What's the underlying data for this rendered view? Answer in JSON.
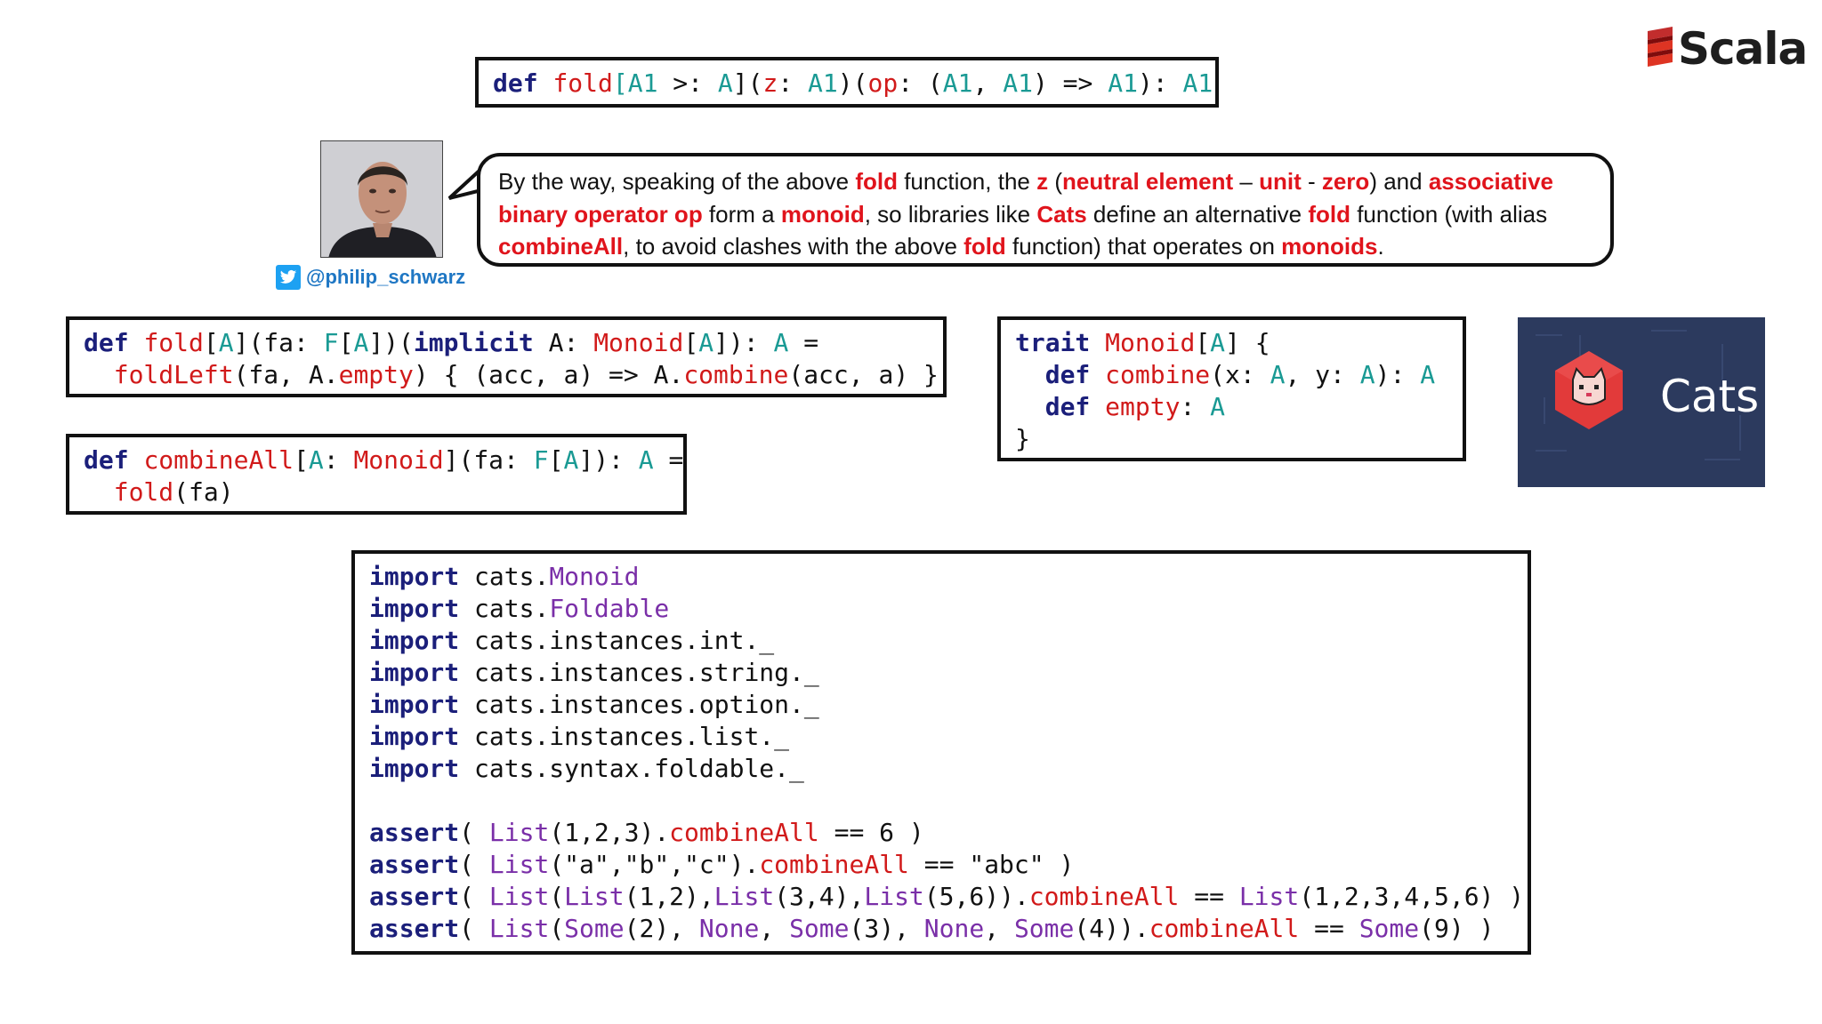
{
  "logo": {
    "scala_word": "Scala",
    "cats_word": "Cats"
  },
  "author": {
    "handle": "@philip_schwarz"
  },
  "bubble": {
    "s1": "By the way, speaking of the above ",
    "e1": "fold",
    "s2": " function, the ",
    "e2": "z",
    "s3": " (",
    "e3": "neutral element",
    "s4": " – ",
    "e4": "unit",
    "s5": " - ",
    "e5": "zero",
    "s6": ") and ",
    "e6": "associative binary operator op",
    "s7": " form a ",
    "e7": "monoid",
    "s8": ", so libraries like ",
    "e8": "Cats",
    "s9": " define an alternative ",
    "e9": "fold",
    "s10": " function (with alias ",
    "e10": "combineAll",
    "s11": ", to avoid clashes with the above ",
    "e11": "fold",
    "s12": " function) that operates on ",
    "e12": "monoids",
    "s13": "."
  },
  "code": {
    "fold_sig": [
      {
        "t": "def",
        "c": "kw"
      },
      {
        "t": " ",
        "c": ""
      },
      {
        "t": "fold",
        "c": "fn"
      },
      {
        "t": "[A1",
        "c": "ty"
      },
      {
        "t": " >: ",
        "c": ""
      },
      {
        "t": "A",
        "c": "ty"
      },
      {
        "t": "](",
        "c": ""
      },
      {
        "t": "z",
        "c": "fn"
      },
      {
        "t": ": ",
        "c": ""
      },
      {
        "t": "A1",
        "c": "ty"
      },
      {
        "t": ")(",
        "c": ""
      },
      {
        "t": "op",
        "c": "fn"
      },
      {
        "t": ": (",
        "c": ""
      },
      {
        "t": "A1",
        "c": "ty"
      },
      {
        "t": ", ",
        "c": ""
      },
      {
        "t": "A1",
        "c": "ty"
      },
      {
        "t": ") => ",
        "c": ""
      },
      {
        "t": "A1",
        "c": "ty"
      },
      {
        "t": "): ",
        "c": ""
      },
      {
        "t": "A1",
        "c": "ty"
      }
    ],
    "cats_fold": [
      {
        "t": "def",
        "c": "kw"
      },
      {
        "t": " ",
        "c": ""
      },
      {
        "t": "fold",
        "c": "fn"
      },
      {
        "t": "[",
        "c": ""
      },
      {
        "t": "A",
        "c": "ty"
      },
      {
        "t": "](fa: ",
        "c": ""
      },
      {
        "t": "F",
        "c": "ty"
      },
      {
        "t": "[",
        "c": ""
      },
      {
        "t": "A",
        "c": "ty"
      },
      {
        "t": "])(",
        "c": ""
      },
      {
        "t": "implicit",
        "c": "kw"
      },
      {
        "t": " A: ",
        "c": ""
      },
      {
        "t": "Monoid",
        "c": "fn"
      },
      {
        "t": "[",
        "c": ""
      },
      {
        "t": "A",
        "c": "ty"
      },
      {
        "t": "]): ",
        "c": ""
      },
      {
        "t": "A",
        "c": "ty"
      },
      {
        "t": " =\n  ",
        "c": ""
      },
      {
        "t": "foldLeft",
        "c": "fn"
      },
      {
        "t": "(fa, A.",
        "c": ""
      },
      {
        "t": "empty",
        "c": "fn"
      },
      {
        "t": ") { (acc, a) => A.",
        "c": ""
      },
      {
        "t": "combine",
        "c": "fn"
      },
      {
        "t": "(acc, a) }",
        "c": ""
      }
    ],
    "combine_all": [
      {
        "t": "def",
        "c": "kw"
      },
      {
        "t": " ",
        "c": ""
      },
      {
        "t": "combineAll",
        "c": "fn"
      },
      {
        "t": "[",
        "c": ""
      },
      {
        "t": "A",
        "c": "ty"
      },
      {
        "t": ": ",
        "c": ""
      },
      {
        "t": "Monoid",
        "c": "fn"
      },
      {
        "t": "](fa: ",
        "c": ""
      },
      {
        "t": "F",
        "c": "ty"
      },
      {
        "t": "[",
        "c": ""
      },
      {
        "t": "A",
        "c": "ty"
      },
      {
        "t": "]): ",
        "c": ""
      },
      {
        "t": "A",
        "c": "ty"
      },
      {
        "t": " =\n  ",
        "c": ""
      },
      {
        "t": "fold",
        "c": "fn"
      },
      {
        "t": "(fa)",
        "c": ""
      }
    ],
    "monoid_trait": [
      {
        "t": "trait",
        "c": "kw"
      },
      {
        "t": " ",
        "c": ""
      },
      {
        "t": "Monoid",
        "c": "fn"
      },
      {
        "t": "[",
        "c": ""
      },
      {
        "t": "A",
        "c": "ty"
      },
      {
        "t": "] {\n  ",
        "c": ""
      },
      {
        "t": "def",
        "c": "kw"
      },
      {
        "t": " ",
        "c": ""
      },
      {
        "t": "combine",
        "c": "fn"
      },
      {
        "t": "(x: ",
        "c": ""
      },
      {
        "t": "A",
        "c": "ty"
      },
      {
        "t": ", y: ",
        "c": ""
      },
      {
        "t": "A",
        "c": "ty"
      },
      {
        "t": "): ",
        "c": ""
      },
      {
        "t": "A",
        "c": "ty"
      },
      {
        "t": "\n  ",
        "c": ""
      },
      {
        "t": "def",
        "c": "kw"
      },
      {
        "t": " ",
        "c": ""
      },
      {
        "t": "empty",
        "c": "fn"
      },
      {
        "t": ": ",
        "c": ""
      },
      {
        "t": "A",
        "c": "ty"
      },
      {
        "t": "\n}",
        "c": ""
      }
    ],
    "example": [
      {
        "t": "import",
        "c": "kw"
      },
      {
        "t": " cats.",
        "c": ""
      },
      {
        "t": "Monoid",
        "c": "pu"
      },
      {
        "t": "\n",
        "c": ""
      },
      {
        "t": "import",
        "c": "kw"
      },
      {
        "t": " cats.",
        "c": ""
      },
      {
        "t": "Foldable",
        "c": "pu"
      },
      {
        "t": "\n",
        "c": ""
      },
      {
        "t": "import",
        "c": "kw"
      },
      {
        "t": " cats.instances.int._\n",
        "c": ""
      },
      {
        "t": "import",
        "c": "kw"
      },
      {
        "t": " cats.instances.string._\n",
        "c": ""
      },
      {
        "t": "import",
        "c": "kw"
      },
      {
        "t": " cats.instances.option._\n",
        "c": ""
      },
      {
        "t": "import",
        "c": "kw"
      },
      {
        "t": " cats.instances.list._\n",
        "c": ""
      },
      {
        "t": "import",
        "c": "kw"
      },
      {
        "t": " cats.syntax.foldable._\n\n",
        "c": ""
      },
      {
        "t": "assert",
        "c": "kw"
      },
      {
        "t": "( ",
        "c": ""
      },
      {
        "t": "List",
        "c": "pu"
      },
      {
        "t": "(1,2,3).",
        "c": ""
      },
      {
        "t": "combineAll",
        "c": "fn"
      },
      {
        "t": " == 6 )\n",
        "c": ""
      },
      {
        "t": "assert",
        "c": "kw"
      },
      {
        "t": "( ",
        "c": ""
      },
      {
        "t": "List",
        "c": "pu"
      },
      {
        "t": "(\"a\",\"b\",\"c\").",
        "c": ""
      },
      {
        "t": "combineAll",
        "c": "fn"
      },
      {
        "t": " == \"abc\" )\n",
        "c": ""
      },
      {
        "t": "assert",
        "c": "kw"
      },
      {
        "t": "( ",
        "c": ""
      },
      {
        "t": "List",
        "c": "pu"
      },
      {
        "t": "(",
        "c": ""
      },
      {
        "t": "List",
        "c": "pu"
      },
      {
        "t": "(1,2),",
        "c": ""
      },
      {
        "t": "List",
        "c": "pu"
      },
      {
        "t": "(3,4),",
        "c": ""
      },
      {
        "t": "List",
        "c": "pu"
      },
      {
        "t": "(5,6)).",
        "c": ""
      },
      {
        "t": "combineAll",
        "c": "fn"
      },
      {
        "t": " == ",
        "c": ""
      },
      {
        "t": "List",
        "c": "pu"
      },
      {
        "t": "(1,2,3,4,5,6) )\n",
        "c": ""
      },
      {
        "t": "assert",
        "c": "kw"
      },
      {
        "t": "( ",
        "c": ""
      },
      {
        "t": "List",
        "c": "pu"
      },
      {
        "t": "(",
        "c": ""
      },
      {
        "t": "Some",
        "c": "pu"
      },
      {
        "t": "(2), ",
        "c": ""
      },
      {
        "t": "None",
        "c": "pu"
      },
      {
        "t": ", ",
        "c": ""
      },
      {
        "t": "Some",
        "c": "pu"
      },
      {
        "t": "(3), ",
        "c": ""
      },
      {
        "t": "None",
        "c": "pu"
      },
      {
        "t": ", ",
        "c": ""
      },
      {
        "t": "Some",
        "c": "pu"
      },
      {
        "t": "(4)).",
        "c": ""
      },
      {
        "t": "combineAll",
        "c": "fn"
      },
      {
        "t": " == ",
        "c": ""
      },
      {
        "t": "Some",
        "c": "pu"
      },
      {
        "t": "(9) )",
        "c": ""
      }
    ]
  }
}
